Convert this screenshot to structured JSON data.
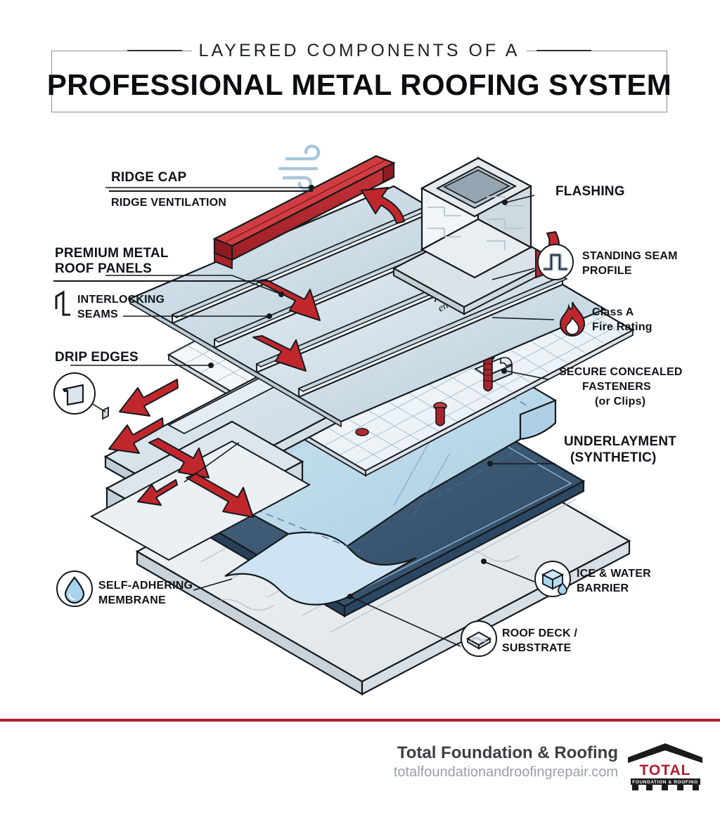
{
  "header": {
    "kicker": "LAYERED COMPONENTS OF A",
    "title": "PROFESSIONAL METAL ROOFING SYSTEM"
  },
  "colors": {
    "accent_red": "#b01e2e",
    "ridge_cap_red": "#b52b32",
    "arrow_red": "#c0272d",
    "ice_water_navy": "#3d5875",
    "underlayment_blue": "#bdd9ea",
    "panel_blue_grey": "#cfdde6",
    "deck_grey": "#e3e8ec",
    "ink": "#15191d",
    "footer_name_grey": "#3b3f43",
    "footer_url_grey": "#9aa0a6"
  },
  "labels": {
    "ridge_cap": "RIDGE CAP",
    "ridge_ventilation": "RIDGE VENTILATION",
    "premium_panels_line1": "PREMIUM METAL",
    "premium_panels_line2": "ROOF PANELS",
    "interlocking_line1": "INTERLOCKING",
    "interlocking_line2": "SEAMS",
    "drip_edges": "DRIP EDGES",
    "self_adhering_line1": "SELF-ADHERING",
    "self_adhering_line2": "MEMBRANE",
    "flashing": "FLASHING",
    "standing_seam_line1": "STANDING SEAM",
    "standing_seam_line2": "PROFILE",
    "fire_rating_line1": "Class A",
    "fire_rating_line2": "Fire Rating",
    "fasteners_line1": "SECURE CONCEALED",
    "fasteners_line2": "FASTENERS",
    "fasteners_line3": "(or Clips)",
    "underlayment_line1": "UNDERLAYMENT",
    "underlayment_line2": "(SYNTHETIC)",
    "ice_water_line1": "ICE & WATER",
    "ice_water_line2": "BARRIER",
    "roof_deck_line1": "ROOF DECK /",
    "roof_deck_line2": "SUBSTRATE"
  },
  "icons": {
    "wind": "wind-icon",
    "interlocking_seam": "interlocking-seam-icon",
    "drip_edge_profile": "drip-edge-profile-icon",
    "standing_seam_profile": "standing-seam-profile-icon",
    "flame": "flame-icon",
    "umbrella": "umbrella-icon",
    "water_drop": "water-drop-icon",
    "ice_cube": "ice-cube-icon",
    "wood_plank": "wood-plank-icon",
    "energy_star": "energy-star-icon"
  },
  "diagram": {
    "type": "exploded-isometric",
    "layers": [
      "Ridge Cap",
      "Premium Metal Roof Panels",
      "Synthetic Underlayment",
      "Ice & Water Barrier",
      "Roof Deck / Substrate"
    ],
    "callouts": [
      "Flashing at chimney",
      "Drip edges at eaves",
      "Concealed fasteners and clips",
      "Self-adhering membrane"
    ]
  },
  "footer": {
    "company": "Total Foundation & Roofing",
    "website": "totalfoundationandroofingrepair.com",
    "logo_wordmark": "TOTAL",
    "logo_tagline": "FOUNDATION & ROOFING"
  }
}
